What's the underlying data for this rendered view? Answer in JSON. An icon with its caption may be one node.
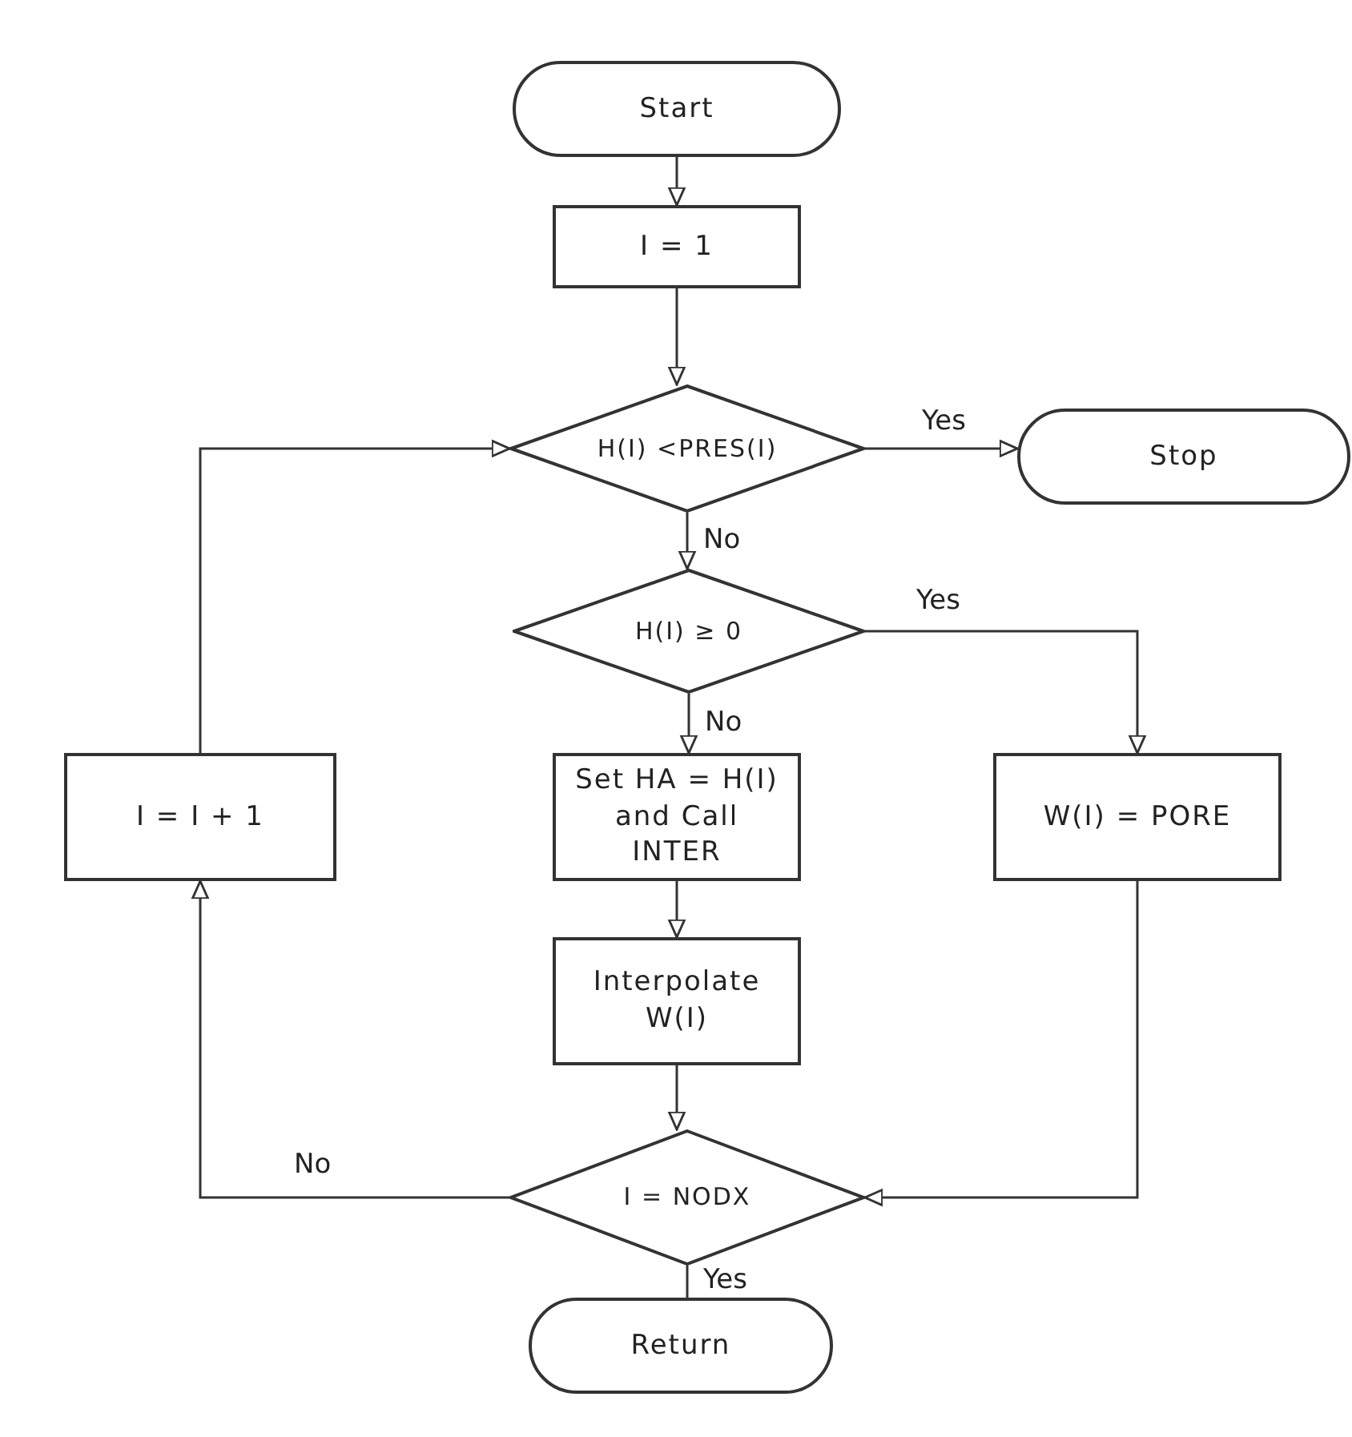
{
  "diagram": {
    "nodes": [
      {
        "text": [
          "Start"
        ]
      },
      {
        "text": [
          "I = 1"
        ]
      },
      {
        "text": [
          "H(I) <PRES(I)"
        ]
      },
      {
        "text": [
          "Stop"
        ]
      },
      {
        "text": [
          "H(I) ≥ 0"
        ]
      },
      {
        "text": [
          "Set HA = H(I) and Call INTER"
        ]
      },
      {
        "text": [
          "W(I) = PORE"
        ]
      },
      {
        "text": [
          "I = I + 1"
        ]
      },
      {
        "text": [
          "Interpolate W(I)"
        ]
      },
      {
        "text": [
          "I = NODX"
        ]
      },
      {
        "text": [
          "Return"
        ]
      }
    ],
    "edges": [
      {
        "from": 0,
        "to": 1,
        "arrow": "to"
      },
      {
        "from": 1,
        "to": 2,
        "arrow": "to"
      },
      {
        "from": 2,
        "to": 3,
        "arrow": "to",
        "label": "Yes"
      },
      {
        "from": 2,
        "to": 4,
        "arrow": "to",
        "label": "No"
      },
      {
        "from": 4,
        "to": 6,
        "arrow": "to",
        "label": "Yes"
      },
      {
        "from": 4,
        "to": 5,
        "arrow": "to",
        "label": "No"
      },
      {
        "from": 5,
        "to": 8,
        "arrow": "to"
      },
      {
        "from": 8,
        "to": 9,
        "arrow": "to"
      },
      {
        "from": 6,
        "to": 9,
        "arrow": "to"
      },
      {
        "from": 9,
        "to": 7,
        "arrow": "to",
        "label": "No"
      },
      {
        "from": 7,
        "to": 2,
        "arrow": "to"
      },
      {
        "from": 9,
        "to": 10,
        "arrow": "none",
        "label": "Yes"
      }
    ]
  }
}
